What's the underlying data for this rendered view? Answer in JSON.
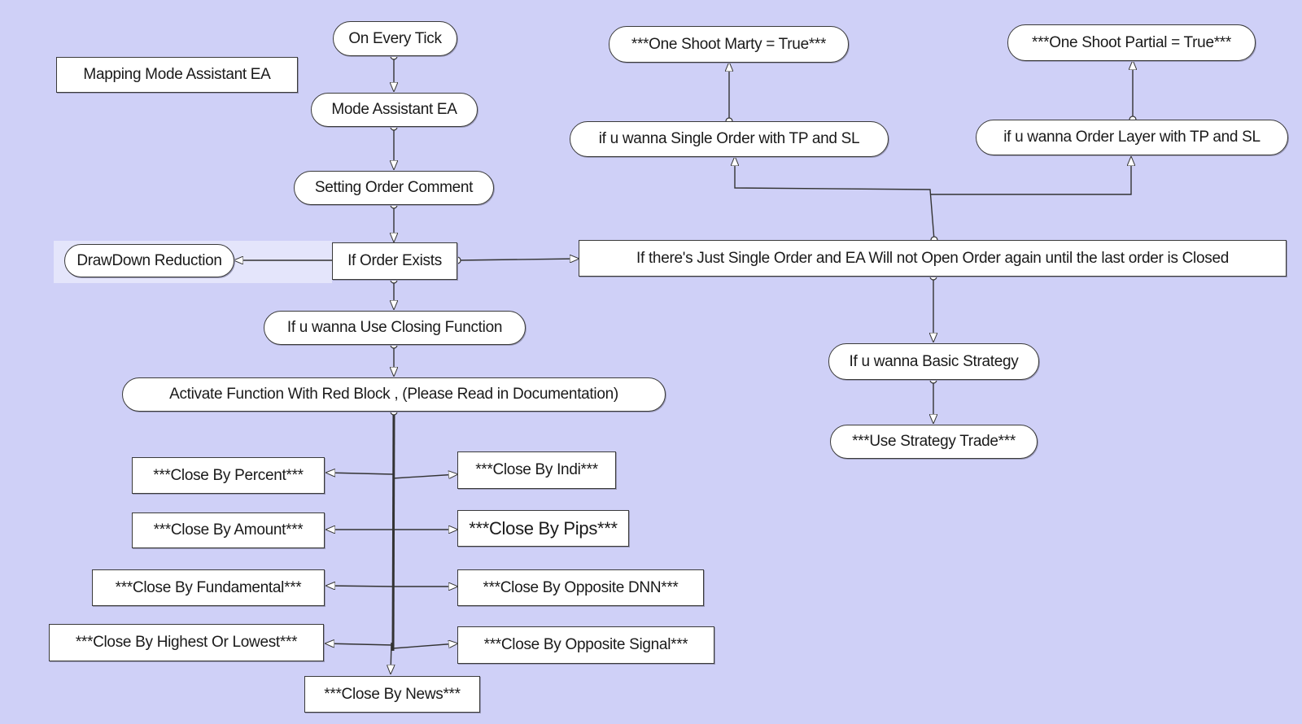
{
  "diagram": {
    "nodes": {
      "title": "Mapping Mode Assistant EA",
      "on_every_tick": "On Every Tick",
      "mode_assistant": "Mode Assistant EA",
      "setting_comment": "Setting Order Comment",
      "drawdown_reduction": "DrawDown Reduction",
      "order_exists": "If Order Exists",
      "single_order_rule": "If there's Just Single Order and EA Will not Open Order again until the last order is Closed",
      "use_closing": "If u wanna Use Closing Function",
      "activate_function": "Activate Function With Red Block , (Please Read in Documentation)",
      "close_percent": "***Close By Percent***",
      "close_amount": "***Close By Amount***",
      "close_fundamental": "***Close By Fundamental***",
      "close_highest_lowest": "***Close By Highest Or Lowest***",
      "close_news": "***Close By News***",
      "close_indi": "***Close By Indi***",
      "close_pips": "***Close By Pips***",
      "close_opposite_dnn": "***Close By Opposite DNN***",
      "close_opposite_signal": "***Close By Opposite Signal***",
      "single_order_tp_sl": "if u wanna Single Order with TP and SL",
      "one_shoot_marty": "***One Shoot Marty = True***",
      "order_layer_tp_sl": "if u wanna Order Layer with TP and SL",
      "one_shoot_partial": "***One Shoot Partial = True***",
      "basic_strategy": "If u wanna Basic Strategy",
      "use_strategy_trade": "***Use Strategy Trade***"
    },
    "colors": {
      "background": "#cfd0f7",
      "node_fill": "#ffffff",
      "line": "#333333"
    }
  }
}
